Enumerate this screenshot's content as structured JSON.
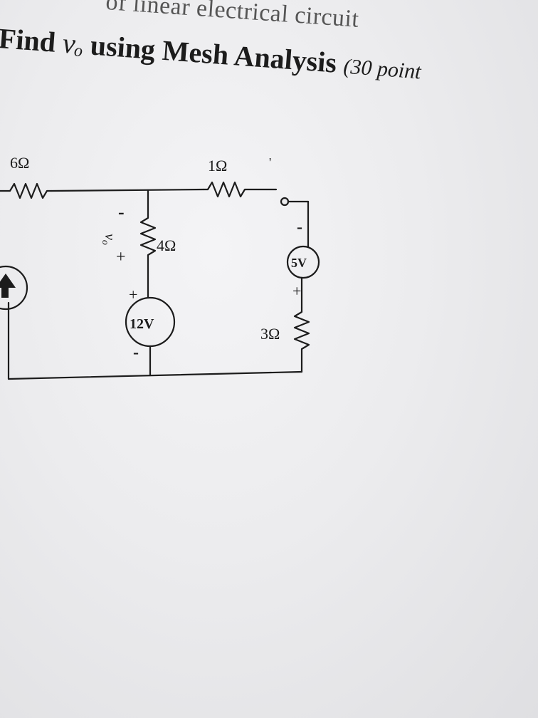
{
  "header": {
    "line1": "of linear electrical circuit",
    "line2_prefix": "Find ",
    "line2_var": "vₒ",
    "line2_mid": " using Mesh Analysis ",
    "line2_points": "(30 point"
  },
  "circuit": {
    "labels": {
      "r6": "6Ω",
      "r1": "1Ω",
      "r4": "4Ω",
      "r3": "3Ω",
      "src12": "12V",
      "src5": "5V",
      "vo": "v",
      "vo_sub": "o",
      "plus": "+",
      "minus": "-"
    }
  },
  "colors": {
    "ink": "#1c1c1c",
    "paper": "#ececee"
  }
}
